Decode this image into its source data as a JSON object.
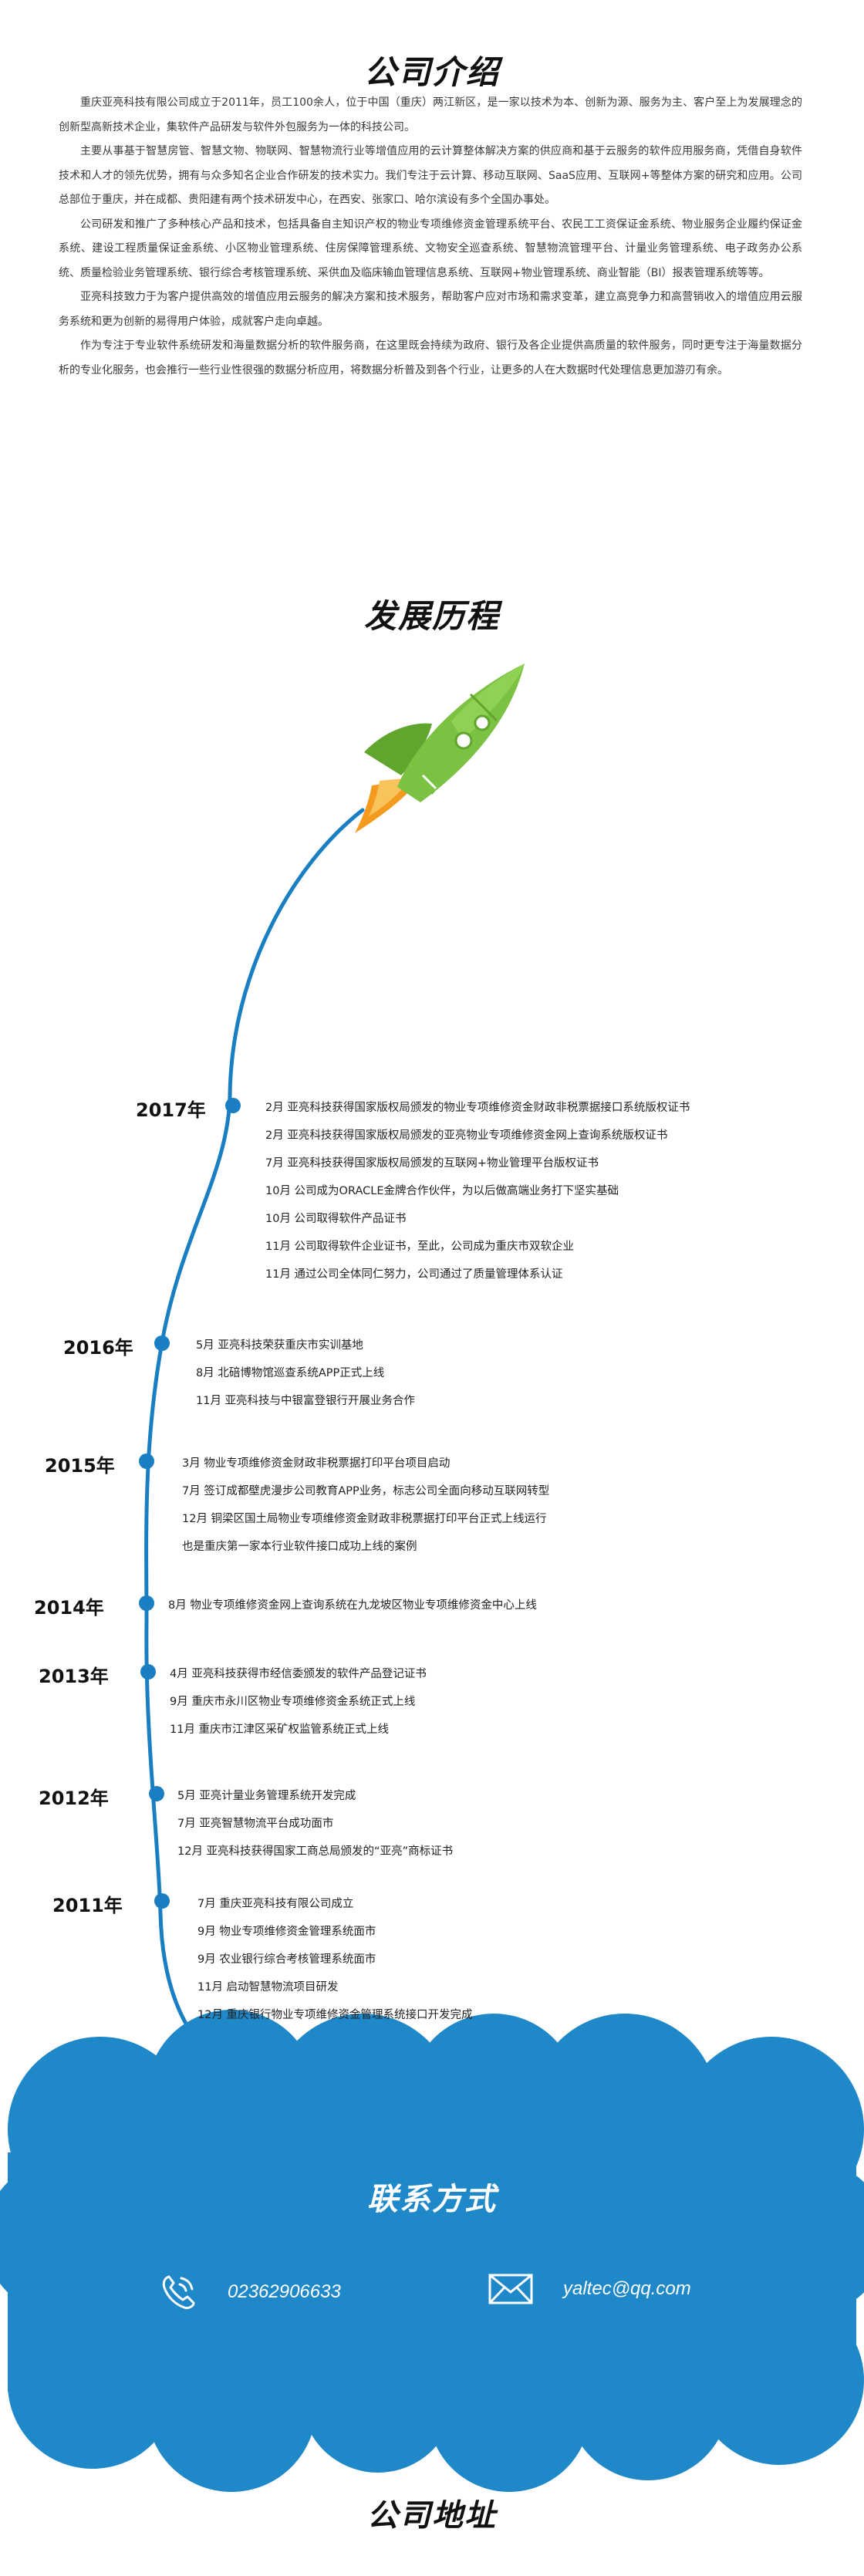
{
  "intro": {
    "title": "公司介绍",
    "paragraphs": [
      "重庆亚亮科技有限公司成立于2011年，员工100余人，位于中国（重庆）两江新区，是一家以技术为本、创新为源、服务为主、客户至上为发展理念的创新型高新技术企业，集软件产品研发与软件外包服务为一体的科技公司。",
      "主要从事基于智慧房管、智慧文物、物联网、智慧物流行业等增值应用的云计算整体解决方案的供应商和基于云服务的软件应用服务商，凭借自身软件技术和人才的领先优势，拥有与众多知名企业合作研发的技术实力。我们专注于云计算、移动互联网、SaaS应用、互联网+等整体方案的研究和应用。公司总部位于重庆，并在成都、贵阳建有两个技术研发中心，在西安、张家口、哈尔滨设有多个全国办事处。",
      "公司研发和推广了多种核心产品和技术，包括具备自主知识产权的物业专项维修资金管理系统平台、农民工工资保证金系统、物业服务企业履约保证金系统、建设工程质量保证金系统、小区物业管理系统、住房保障管理系统、文物安全巡查系统、智慧物流管理平台、计量业务管理系统、电子政务办公系统、质量检验业务管理系统、银行综合考核管理系统、采供血及临床输血管理信息系统、互联网+物业管理系统、商业智能（BI）报表管理系统等等。",
      "亚亮科技致力于为客户提供高效的增值应用云服务的解决方案和技术服务，帮助客户应对市场和需求变革，建立高竞争力和高营销收入的增值应用云服务系统和更为创新的易得用户体验，成就客户走向卓越。",
      "作为专注于专业软件系统研发和海量数据分析的软件服务商，在这里既会持续为政府、银行及各企业提供高质量的软件服务，同时更专注于海量数据分析的专业化服务，也会推行一些行业性很强的数据分析应用，将数据分析普及到各个行业，让更多的人在大数据时代处理信息更加游刃有余。"
    ]
  },
  "history": {
    "title": "发展历程",
    "years": [
      {
        "year": "2017年",
        "events": [
          "2月  亚亮科技获得国家版权局颁发的物业专项维修资金财政非税票据接口系统版权证书",
          "2月  亚亮科技获得国家版权局颁发的亚亮物业专项维修资金网上查询系统版权证书",
          "7月  亚亮科技获得国家版权局颁发的互联网+物业管理平台版权证书",
          "10月 公司成为ORACLE金牌合作伙伴，为以后做高端业务打下坚实基础",
          "10月 公司取得软件产品证书",
          "11月 公司取得软件企业证书，至此，公司成为重庆市双软企业",
          "11月 通过公司全体同仁努力，公司通过了质量管理体系认证"
        ]
      },
      {
        "year": "2016年",
        "events": [
          "5月  亚亮科技荣获重庆市实训基地",
          "8月  北碚博物馆巡查系统APP正式上线",
          "11月 亚亮科技与中银富登银行开展业务合作"
        ]
      },
      {
        "year": "2015年",
        "events": [
          "3月  物业专项维修资金财政非税票据打印平台项目启动",
          "7月  签订成都壁虎漫步公司教育APP业务，标志公司全面向移动互联网转型",
          "12月 铜梁区国土局物业专项维修资金财政非税票据打印平台正式上线运行",
          "也是重庆第一家本行业软件接口成功上线的案例"
        ]
      },
      {
        "year": "2014年",
        "events": [
          "8月  物业专项维修资金网上查询系统在九龙坡区物业专项维修资金中心上线"
        ]
      },
      {
        "year": "2013年",
        "events": [
          "4月  亚亮科技获得市经信委颁发的软件产品登记证书",
          "9月  重庆市永川区物业专项维修资金系统正式上线",
          "11月 重庆市江津区采矿权监管系统正式上线"
        ]
      },
      {
        "year": "2012年",
        "events": [
          "5月  亚亮计量业务管理系统开发完成",
          "7月  亚亮智慧物流平台成功面市",
          "12月 亚亮科技获得国家工商总局颁发的“亚亮”商标证书"
        ]
      },
      {
        "year": "2011年",
        "events": [
          "7月  重庆亚亮科技有限公司成立",
          "9月  物业专项维修资金管理系统面市",
          "9月  农业银行综合考核管理系统面市",
          "11月 启动智慧物流项目研发",
          "12月 重庆银行物业专项维修资金管理系统接口开发完成"
        ]
      }
    ]
  },
  "contact": {
    "title": "联系方式",
    "phone": "02362906633",
    "email": "yaltec@qq.com"
  },
  "address": {
    "title": "公司地址"
  },
  "colors": {
    "blue": "#1e88c8",
    "rocket_green": "#7cc242",
    "flame": "#f39a1f",
    "curve": "#1a7fc2"
  }
}
